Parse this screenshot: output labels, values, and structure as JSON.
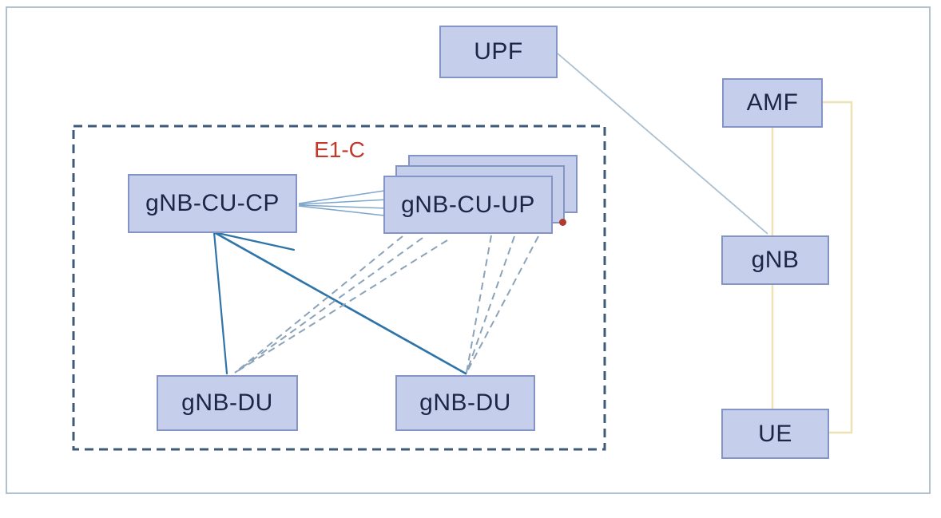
{
  "diagram": {
    "title_semantic": "5G RAN disaggregated gNB architecture diagram",
    "nodes": {
      "upf": {
        "label": "UPF"
      },
      "amf": {
        "label": "AMF"
      },
      "gnb": {
        "label": "gNB"
      },
      "ue": {
        "label": "UE"
      },
      "cu_cp": {
        "label": "gNB-CU-CP"
      },
      "cu_up": {
        "label": "gNB-CU-UP"
      },
      "du_left": {
        "label": "gNB-DU"
      },
      "du_right": {
        "label": "gNB-DU"
      }
    },
    "labels": {
      "e1c": "E1-C"
    },
    "connections": [
      {
        "from": "UPF",
        "to": "gNB",
        "style": "solid-gray"
      },
      {
        "from": "AMF",
        "to": "gNB",
        "style": "solid-yellow"
      },
      {
        "from": "gNB",
        "to": "UE",
        "style": "solid-yellow"
      },
      {
        "from": "AMF",
        "to": "UE",
        "style": "solid-yellow-routed"
      },
      {
        "from": "gNB-CU-CP",
        "to": "gNB-CU-UP",
        "style": "thin-fan",
        "interface": "E1-C"
      },
      {
        "from": "gNB-CU-CP",
        "to": "gNB-DU (left)",
        "style": "solid-blue"
      },
      {
        "from": "gNB-CU-CP",
        "to": "gNB-DU (right)",
        "style": "solid-blue"
      },
      {
        "from": "gNB-CU-UP",
        "to": "gNB-DU (left)",
        "style": "dashed",
        "count": 3
      },
      {
        "from": "gNB-CU-UP",
        "to": "gNB-DU (right)",
        "style": "dashed",
        "count": 3
      }
    ],
    "colors": {
      "node_fill": "#c5cfec",
      "node_border": "#8494c4",
      "node_text": "#1d2644",
      "outer_border": "#b2c1ce",
      "dashed_frame": "#3d5a7a",
      "solid_link": "#2f74a8",
      "thin_link": "#7fa8cc",
      "dashed_link": "#8ba3b8",
      "yellow_link": "#ece2b4",
      "gray_link": "#a9c0d2",
      "e1c_text": "#c0392b",
      "red_dot": "#b03a2e"
    }
  }
}
